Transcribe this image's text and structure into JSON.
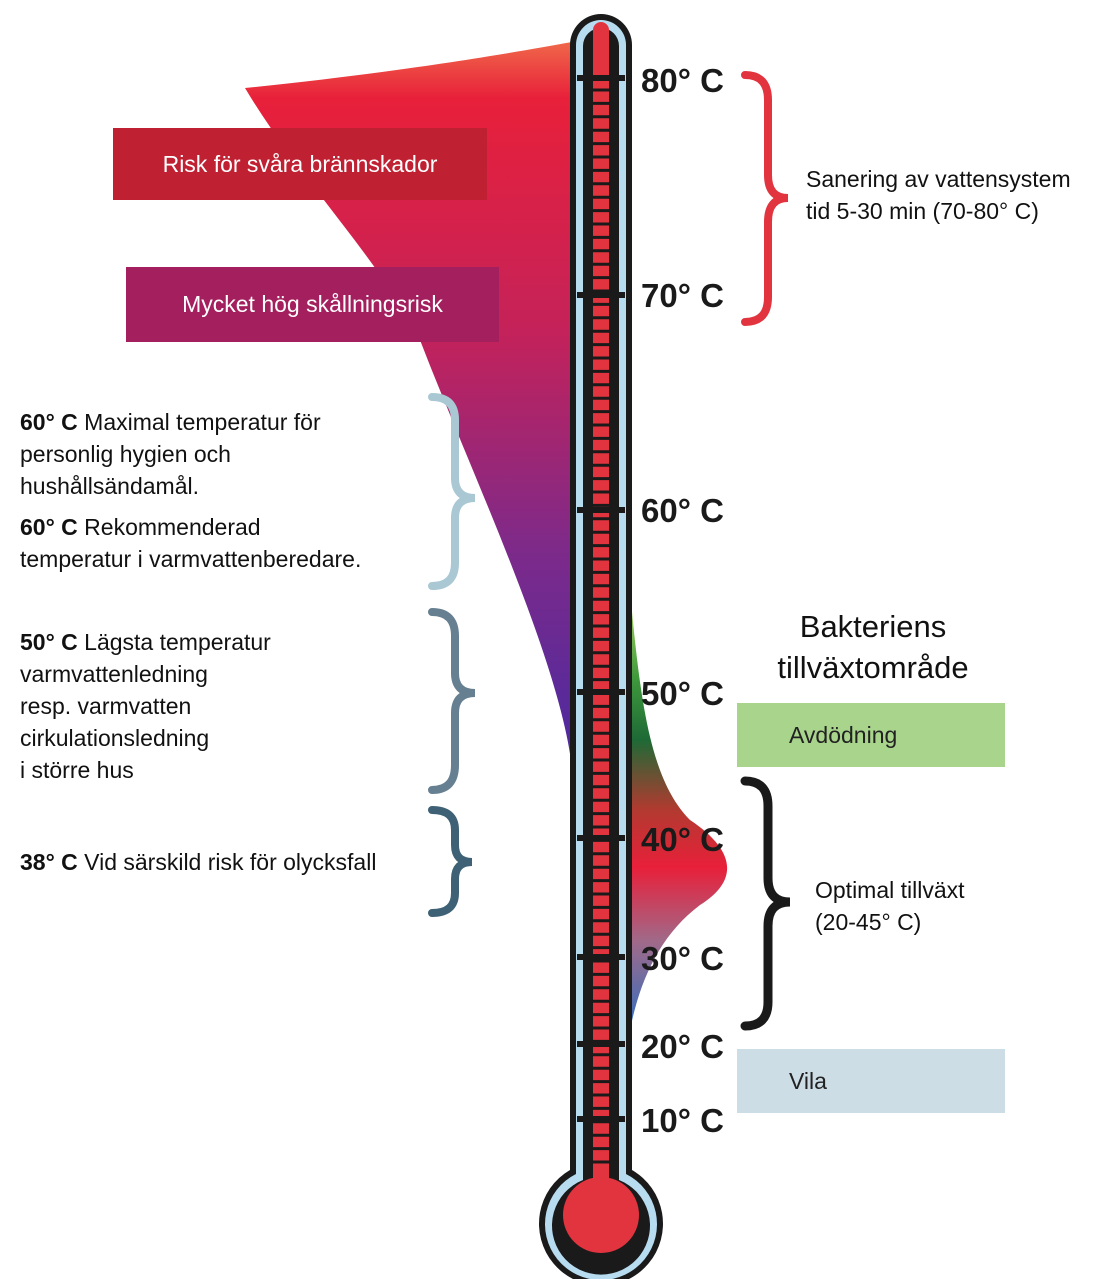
{
  "scale": {
    "ticks": [
      {
        "value": 80,
        "label": "80° C"
      },
      {
        "value": 70,
        "label": "70° C"
      },
      {
        "value": 60,
        "label": "60° C"
      },
      {
        "value": 50,
        "label": "50° C"
      },
      {
        "value": 40,
        "label": "40° C"
      },
      {
        "value": 30,
        "label": "30° C"
      },
      {
        "value": 20,
        "label": "20° C"
      },
      {
        "value": 10,
        "label": "10° C"
      }
    ]
  },
  "risk_boxes": {
    "burn": "Risk för svåra brännskador",
    "scald": "Mycket hög skållningsrisk"
  },
  "sanitation": {
    "line1": "Sanering av vattensystem",
    "line2": "tid 5-30 min (70-80° C)"
  },
  "notes": {
    "n1_value": "60° C",
    "n1_lines": [
      "Maximal temperatur för",
      "personlig hygien och",
      "hushållsändamål."
    ],
    "n2_value": "60° C",
    "n2_lines": [
      "Rekommenderad",
      "temperatur i varmvattenberedare."
    ],
    "n3_value": "50° C",
    "n3_lines": [
      "Lägsta temperatur",
      "varmvattenledning",
      "resp. varmvatten",
      "cirkulationsledning",
      "i större hus"
    ],
    "n4_value": "38° C",
    "n4_lines": [
      "Vid särskild risk för olycksfall"
    ]
  },
  "bacteria": {
    "title_line1": "Bakteriens",
    "title_line2": "tillväxtområde",
    "die_off": "Avdödning",
    "optimal_line1": "Optimal tillväxt",
    "optimal_line2": "(20-45° C)",
    "rest": "Vila"
  },
  "colors": {
    "red": "#e2343f",
    "brace_red": "#e2343f",
    "brace_lightblue": "#a9c8d4",
    "brace_slate": "#667f91",
    "brace_dark": "#3e6175",
    "tube_fill": "#b7dcf0",
    "outline": "#1a1a1a"
  }
}
